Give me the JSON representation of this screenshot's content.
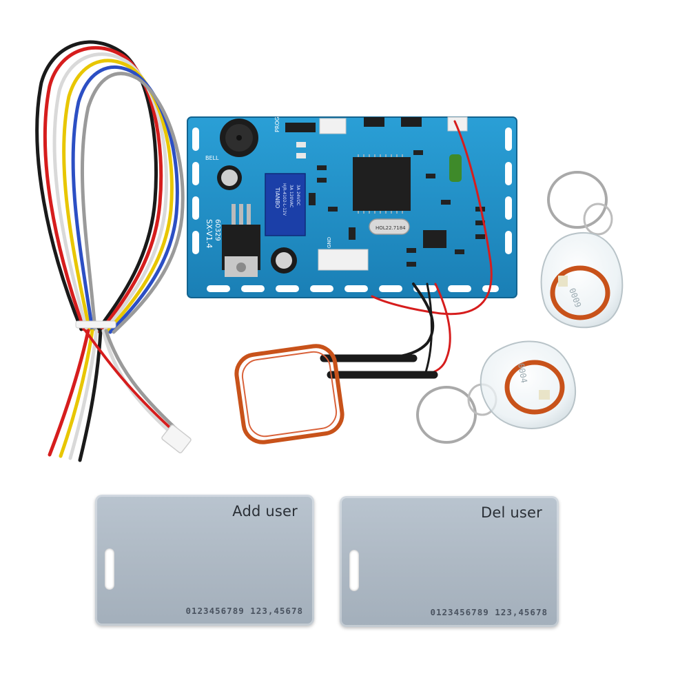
{
  "board": {
    "silkscreen": {
      "model": "SX-V1.4",
      "date": "60329",
      "prog": "PROG",
      "bell": "BELL",
      "gnd": "GND",
      "crystal": "HOL22.7184"
    },
    "relay": {
      "brand": "TIANBO",
      "model": "HJR-4102-L-12V",
      "rating": "3A 120VAC",
      "rating2": "3A 24VDC"
    }
  },
  "cards": [
    {
      "title": "Add user",
      "number": "0123456789 123,45678"
    },
    {
      "title": "Del user",
      "number": "0123456789 123,45678"
    }
  ],
  "colors": {
    "pcb": "#1f8fc6",
    "pcb_dark": "#146a96",
    "copper_coil": "#c8521a",
    "card": "#aebac6"
  }
}
